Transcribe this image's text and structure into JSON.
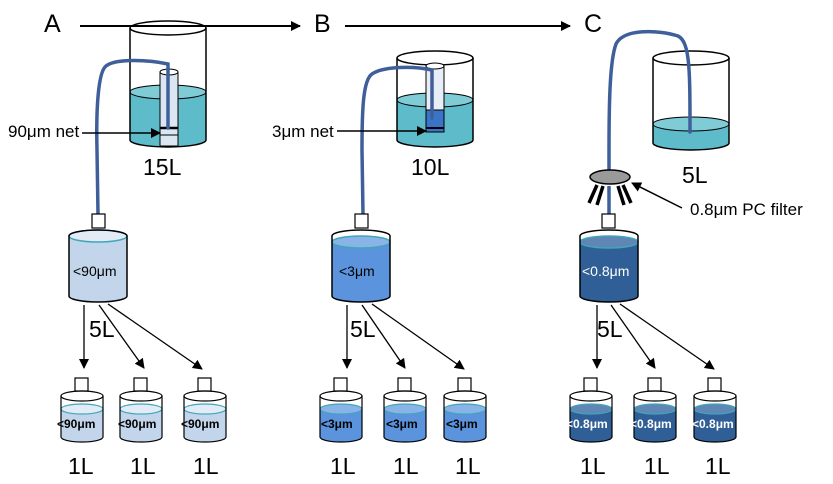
{
  "steps": [
    "A",
    "B",
    "C"
  ],
  "colors": {
    "stage_a_liquid": "#c2d5ea",
    "stage_b_liquid": "#5b93dd",
    "stage_c_liquid": "#2f5f96",
    "source_water": "#4cb4c4",
    "tube": "#3f5f9a"
  },
  "stage_a": {
    "annotation": "90μm net",
    "source_volume": "15L",
    "container_label": "<90μm",
    "split_volume": "5L",
    "aliquots": [
      "<90μm",
      "<90μm",
      "<90μm"
    ],
    "aliquot_volume": "1L"
  },
  "stage_b": {
    "annotation": "3μm net",
    "source_volume": "10L",
    "container_label": "<3μm",
    "split_volume": "5L",
    "aliquots": [
      "<3μm",
      "<3μm",
      "<3μm"
    ],
    "aliquot_volume": "1L"
  },
  "stage_c": {
    "annotation": "0.8μm PC filter",
    "source_volume": "5L",
    "container_label": "<0.8μm",
    "split_volume": "5L",
    "aliquots": [
      "<0.8μm",
      "<0.8μm",
      "<0.8μm"
    ],
    "aliquot_volume": "1L"
  }
}
